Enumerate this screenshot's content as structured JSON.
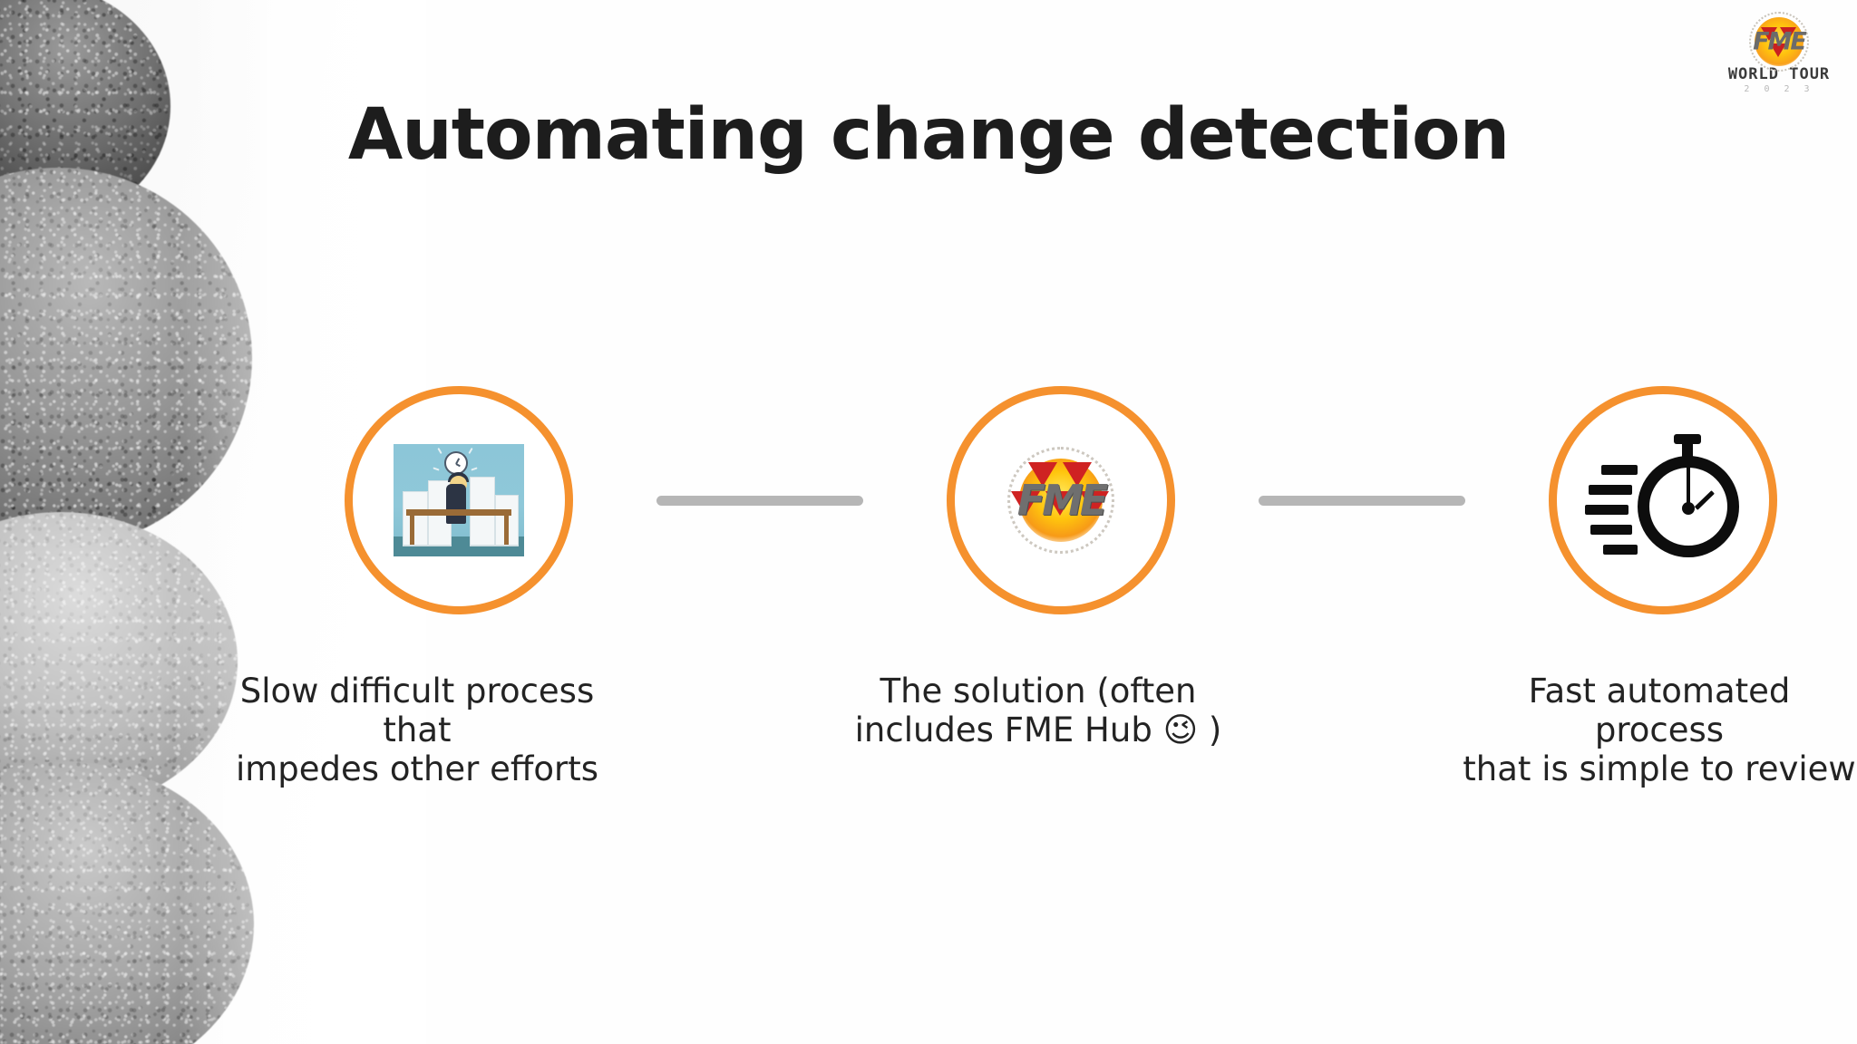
{
  "slide": {
    "title": "Automating change detection",
    "background_color": "#ffffff",
    "accent_color": "#F5912E",
    "connector_color": "#b6b6b6",
    "text_color": "#232323"
  },
  "logo": {
    "name": "fme-world-tour-logo",
    "wordmark": "FME",
    "title": "WORLD TOUR",
    "year": "2 0 2 3"
  },
  "steps": [
    {
      "id": "step-1",
      "icon_name": "overworked-person-paperwork-icon",
      "caption": "Slow difficult process that\nimpedes other efforts"
    },
    {
      "id": "step-2",
      "icon_name": "fme-logo-icon",
      "caption": "The solution (often\nincludes FME Hub 😉 )"
    },
    {
      "id": "step-3",
      "icon_name": "stopwatch-speed-icon",
      "caption": "Fast automated process\nthat is simple to review"
    }
  ],
  "decor": {
    "photo_name": "stacked-zen-stones-photo"
  }
}
